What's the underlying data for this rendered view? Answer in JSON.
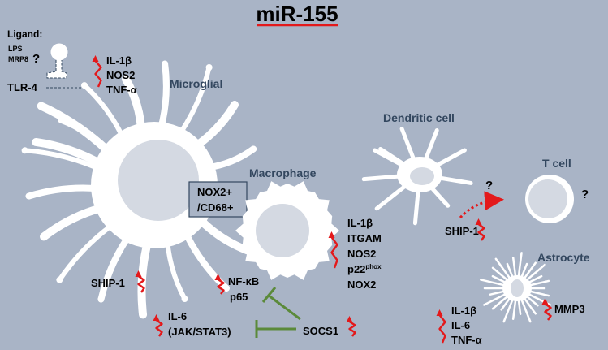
{
  "title": "miR-155",
  "colors": {
    "background": "#a9b4c6",
    "title": "#e3191b",
    "cell_fill": "#ffffff",
    "nucleus": "#d4d9e2",
    "cell_label": "#33475f",
    "arrow": "#e3191b",
    "inhibit": "#5b8a3a"
  },
  "ligand": {
    "heading": "Ligand:",
    "lps": "LPS",
    "mrp8": "MRP8",
    "question": "?"
  },
  "tlr4": "TLR-4",
  "microglial": {
    "label": "Microglial",
    "cytokines": [
      "IL-1β",
      "NOS2",
      "TNF-α"
    ],
    "ship1": "SHIP-1"
  },
  "nox_box": {
    "line1": "NOX2+",
    "line2": "/CD68+"
  },
  "macrophage": {
    "label": "Macrophage",
    "markers": [
      "IL-1β",
      "ITGAM",
      "NOS2",
      "p22",
      "NOX2"
    ],
    "p22_superscript": "phox"
  },
  "nfkb": {
    "line1": "NF-κB",
    "line2": "p65"
  },
  "il6": {
    "line1": "IL-6",
    "line2": "(JAK/STAT3)"
  },
  "socs1": "SOCS1",
  "dendritic": {
    "label": "Dendritic cell",
    "ship1": "SHIP-1",
    "question": "?"
  },
  "tcell": {
    "label": "T cell",
    "question": "?"
  },
  "astrocyte": {
    "label": "Astrocyte",
    "cytokines": [
      "IL-1β",
      "IL-6",
      "TNF-α"
    ],
    "mmp3": "MMP3"
  }
}
